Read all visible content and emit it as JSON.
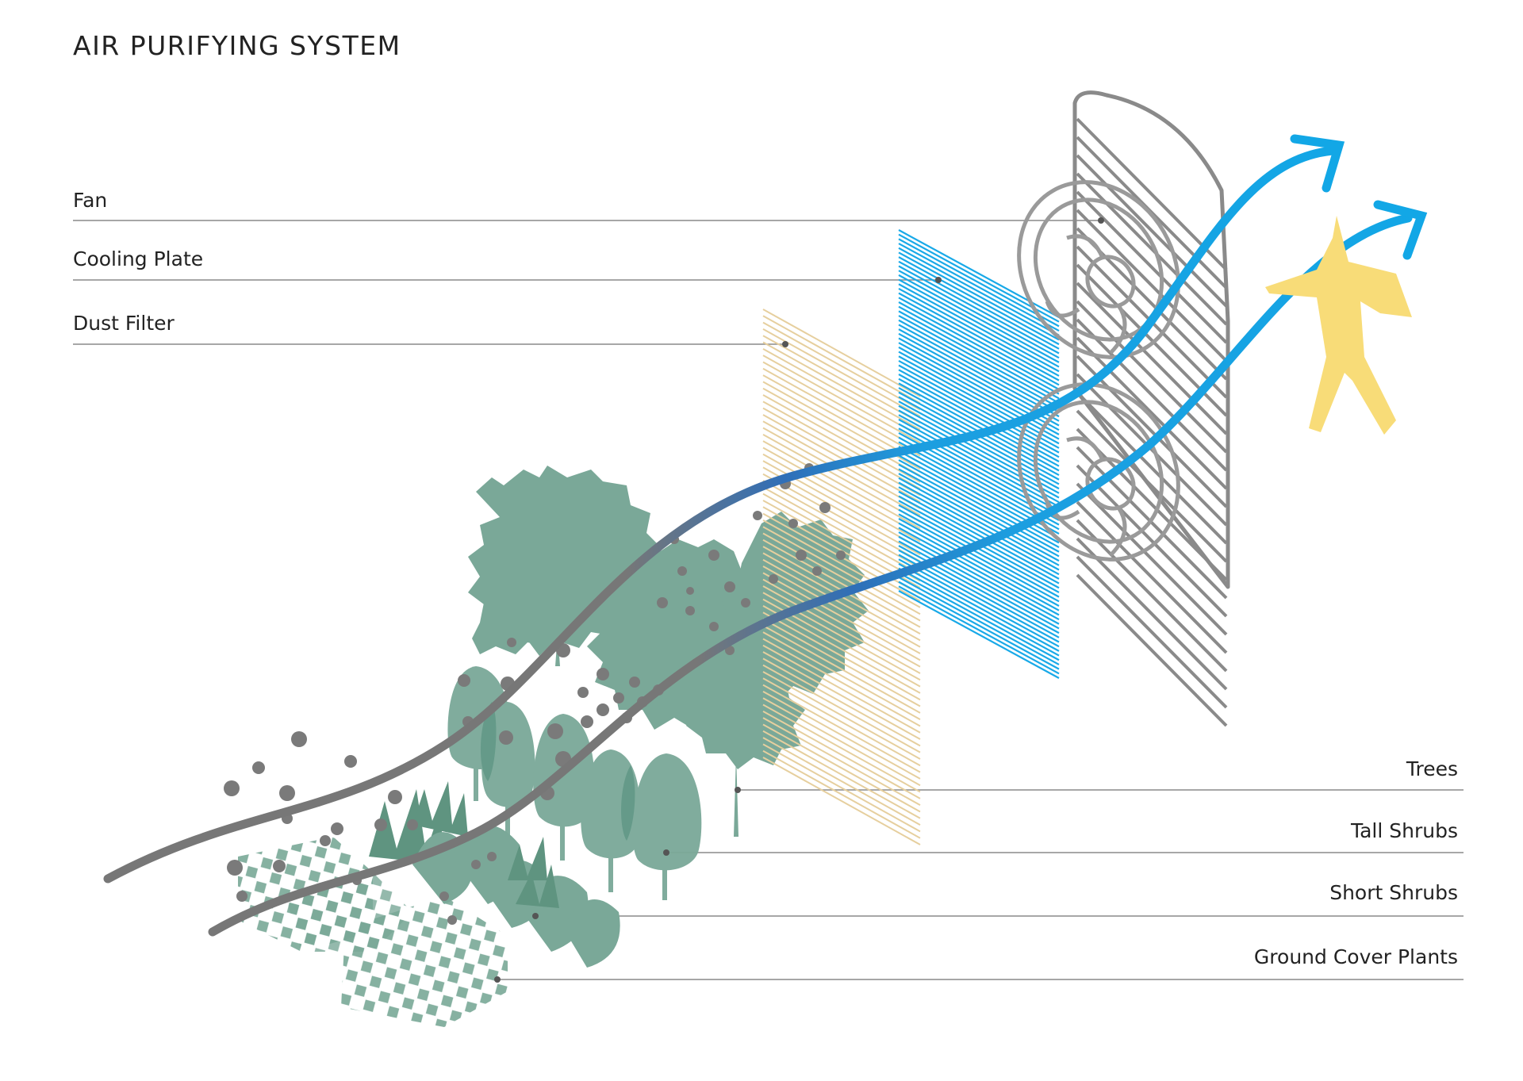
{
  "diagram": {
    "title": "AIR PURIFYING SYSTEM",
    "left_labels": [
      {
        "id": "fan",
        "text": "Fan"
      },
      {
        "id": "cooling-plate",
        "text": "Cooling Plate"
      },
      {
        "id": "dust-filter",
        "text": "Dust Filter"
      }
    ],
    "right_labels": [
      {
        "id": "trees",
        "text": "Trees"
      },
      {
        "id": "tall-shrubs",
        "text": "Tall Shrubs"
      },
      {
        "id": "short-shrubs",
        "text": "Short Shrubs"
      },
      {
        "id": "ground-cover-plants",
        "text": "Ground Cover Plants"
      }
    ],
    "colors": {
      "airflow_clean": "#12a7e6",
      "airflow_polluted": "#777777",
      "cooling_plate": "#18a9e8",
      "dust_filter": "#e6cf9e",
      "vegetation": "#7aa898",
      "vegetation_dark": "#4f8c78",
      "fan_unit": "#8a8a8a",
      "person": "#f8dc78",
      "leader_line": "#8a8a8a"
    }
  }
}
